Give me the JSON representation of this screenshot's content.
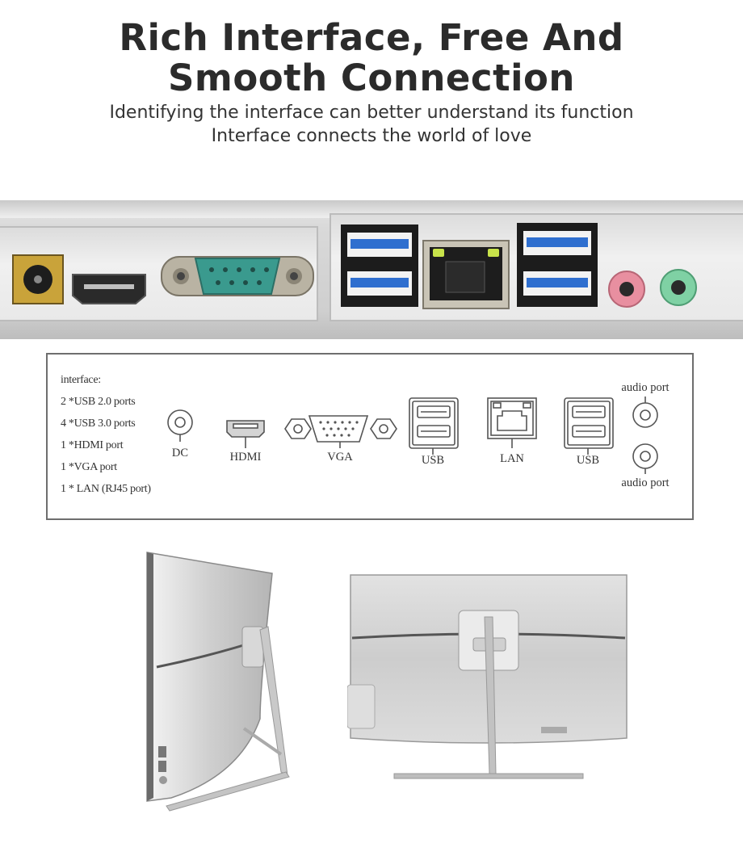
{
  "header": {
    "title_line1": "Rich Interface, Free And",
    "title_line2": "Smooth Connection",
    "subtitle_line1": "Identifying the interface can better understand its function",
    "subtitle_line2": "Interface connects the world of love"
  },
  "interface_list": {
    "heading": "interface:",
    "items": [
      "2 *USB 2.0 ports",
      "4 *USB 3.0 ports",
      "1 *HDMI port",
      "1 *VGA port",
      "1 * LAN (RJ45 port)"
    ]
  },
  "port_labels": {
    "dc": "DC",
    "hdmi": "HDMI",
    "vga": "VGA",
    "usb_left": "USB",
    "lan": "LAN",
    "usb_right": "USB",
    "audio_top": "audio port",
    "audio_bottom": "audio port"
  },
  "colors": {
    "usb3_blue": "#2f6fcf",
    "serial_teal": "#3a9a8e",
    "audio_pink": "#e88fa0",
    "audio_green": "#7fd1a4",
    "lan_led": "#c8e34a"
  }
}
